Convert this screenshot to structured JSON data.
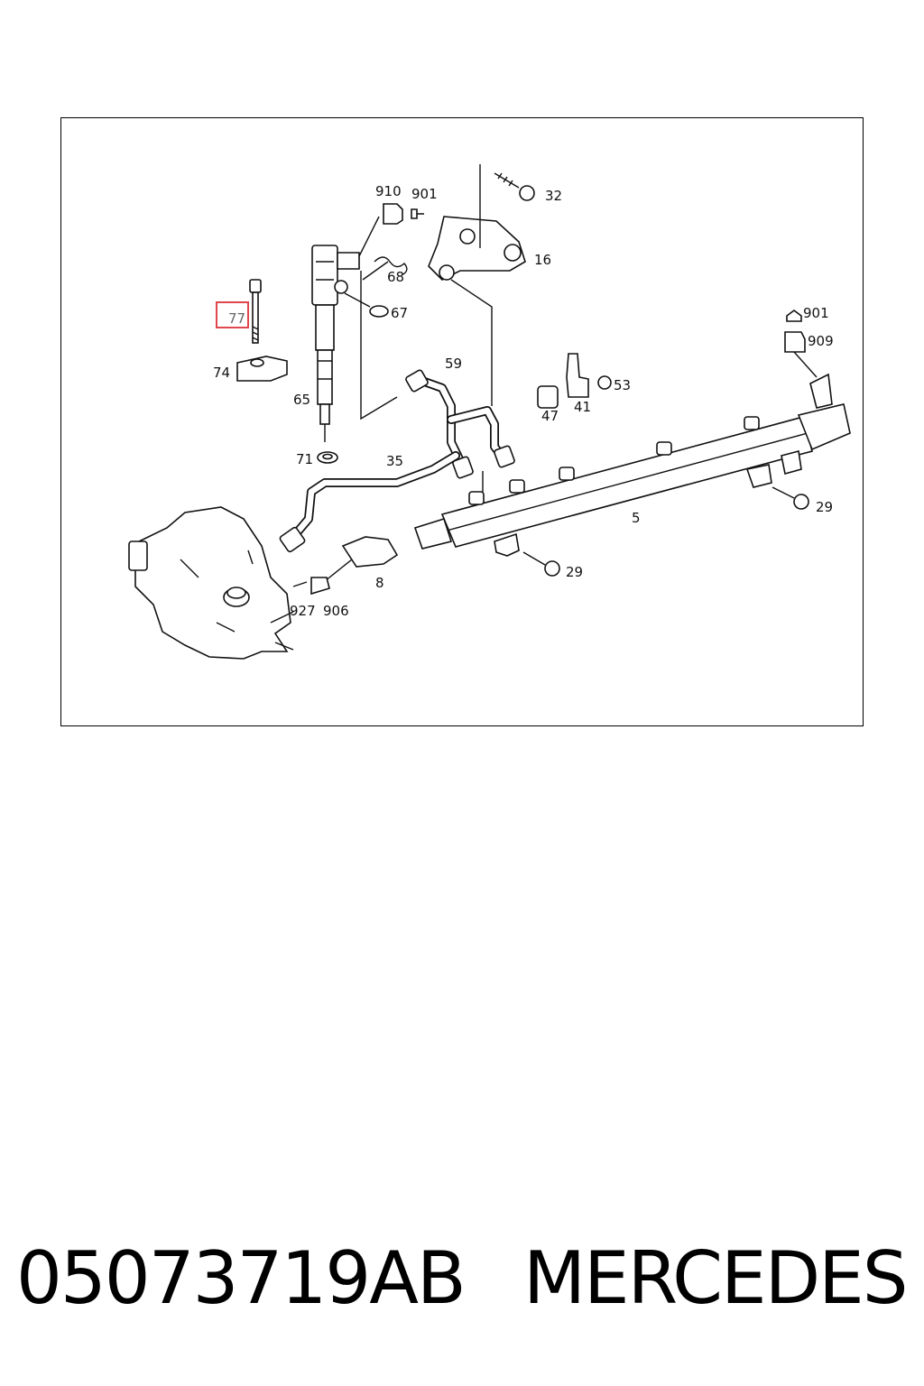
{
  "diagram": {
    "callouts": [
      "910",
      "901",
      "32",
      "16",
      "68",
      "67",
      "77",
      "74",
      "65",
      "59",
      "71",
      "35",
      "901",
      "909",
      "53",
      "47",
      "41",
      "5",
      "29",
      "29",
      "8",
      "927",
      "906"
    ],
    "highlighted_callout": "77",
    "highlight_color": "#e0474c"
  },
  "caption": {
    "part_number": "05073719AB",
    "brand": "MERCEDES"
  }
}
